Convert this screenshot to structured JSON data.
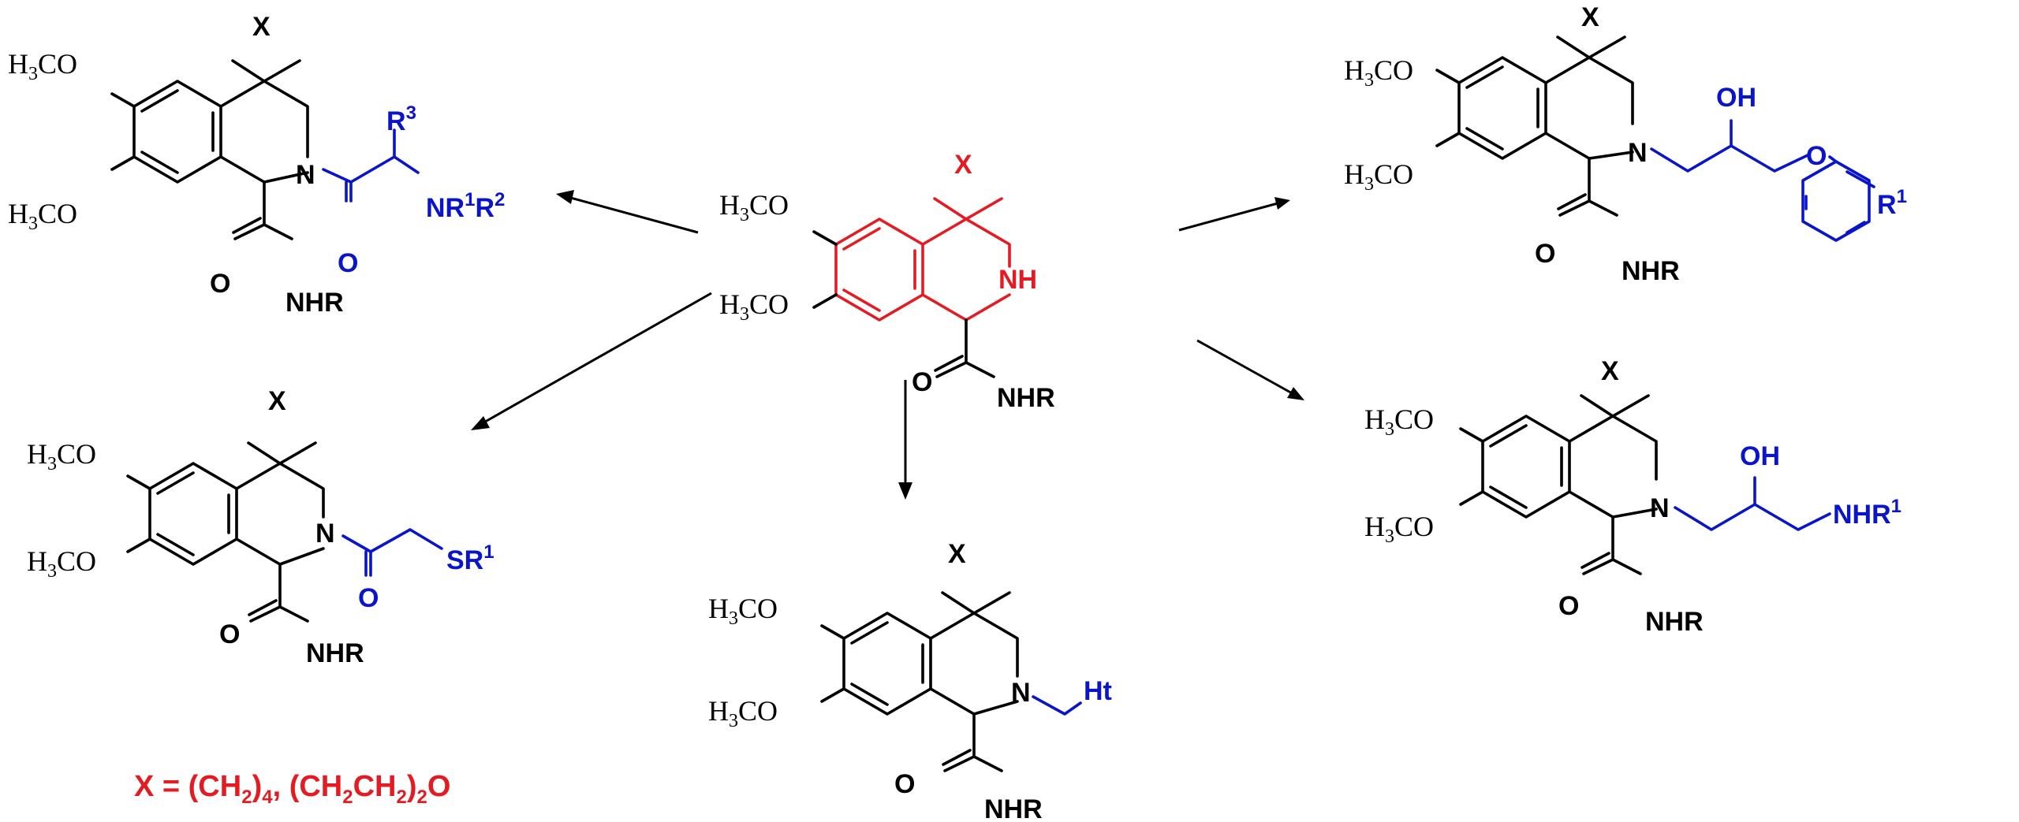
{
  "labels": {
    "x": "X",
    "h3co": "H3CO",
    "h3co_main": "H",
    "h3co_sub": "3",
    "h3co_tail": "CO",
    "n": "N",
    "nh": "NH",
    "o": "O",
    "nhr": "NHR",
    "oh": "OH"
  },
  "substituents": {
    "top_left_r3": "R",
    "top_left_r3_sup": "3",
    "top_left_amine": "NR",
    "top_left_amine_sup1": "1",
    "top_left_amine_r2": "R",
    "top_left_amine_sup2": "2",
    "mid_left_sr": "SR",
    "mid_left_sr_sup": "1",
    "bottom_ht": "Ht",
    "top_right_r": "R",
    "top_right_r_sup": "1",
    "bottom_right_nhr": "NHR",
    "bottom_right_nhr_sup": "1"
  },
  "legend": {
    "prefix": "X = (CH",
    "s1": "2",
    "p2": ")",
    "s2": "4",
    "p3": ", (CH",
    "s3": "2",
    "p4": "CH",
    "s4": "2",
    "p5": ")",
    "s5": "2",
    "p6": "O"
  },
  "colors": {
    "core": "#e31c23",
    "modification": "#0a14c8",
    "text": "#000000"
  }
}
